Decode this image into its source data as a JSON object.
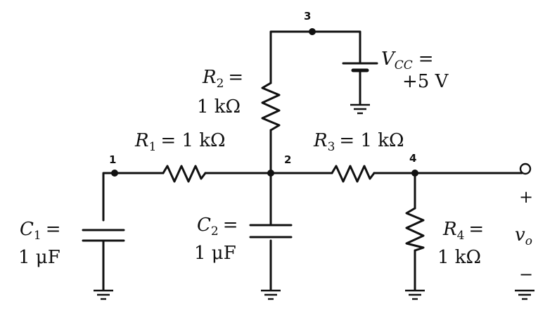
{
  "nodes": {
    "n1": "1",
    "n2": "2",
    "n3": "3",
    "n4": "4"
  },
  "R1": {
    "sym": "R",
    "sub": "1",
    "value": "= 1 kΩ"
  },
  "R2": {
    "sym": "R",
    "sub": "2",
    "eq": "=",
    "value": "1 kΩ"
  },
  "R3": {
    "sym": "R",
    "sub": "3",
    "value": "= 1 kΩ"
  },
  "R4": {
    "sym": "R",
    "sub": "4",
    "eq": "=",
    "value": "1 kΩ"
  },
  "C1": {
    "sym": "C",
    "sub": "1",
    "eq": "=",
    "value": "1 μF"
  },
  "C2": {
    "sym": "C",
    "sub": "2",
    "eq": "=",
    "value": "1 μF"
  },
  "VCC": {
    "sym": "V",
    "sub": "CC",
    "eq": "=",
    "value": "+5 V"
  },
  "output": {
    "plus": "+",
    "sym": "v",
    "sub": "o",
    "minus": "−"
  },
  "colors": {
    "ink": "#111111",
    "background": "#ffffff"
  }
}
